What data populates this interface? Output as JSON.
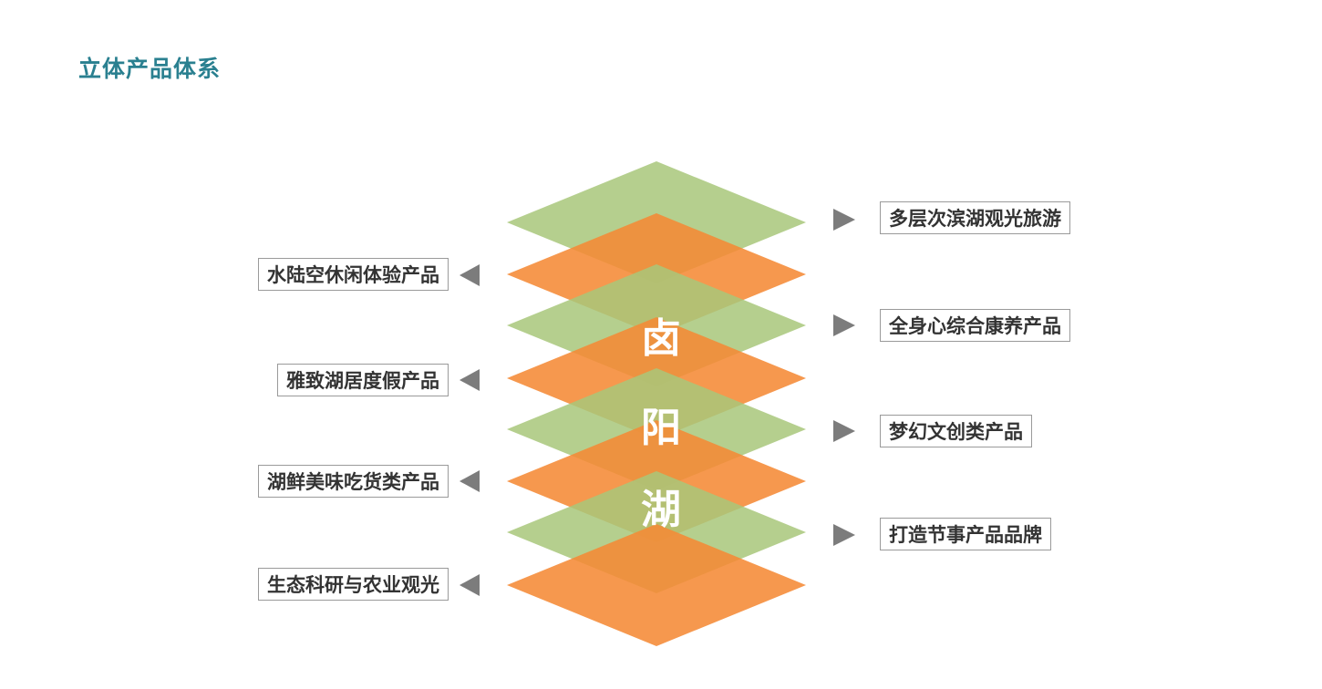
{
  "title": "立体产品体系",
  "center_text": [
    "卤",
    "阳",
    "湖"
  ],
  "left_items": [
    "水陆空休闲体验产品",
    "雅致湖居度假产品",
    "湖鲜美味吃货类产品",
    "生态科研与农业观光"
  ],
  "right_items": [
    "多层次滨湖观光旅游",
    "全身心综合康养产品",
    "梦幻文创类产品",
    "打造节事产品品牌"
  ],
  "colors": {
    "title": "#2a8090",
    "green_layer": "#a8c77a",
    "orange_layer": "#f58a35",
    "overlap": "#b0a54d",
    "arrow": "#7c7c7c"
  }
}
